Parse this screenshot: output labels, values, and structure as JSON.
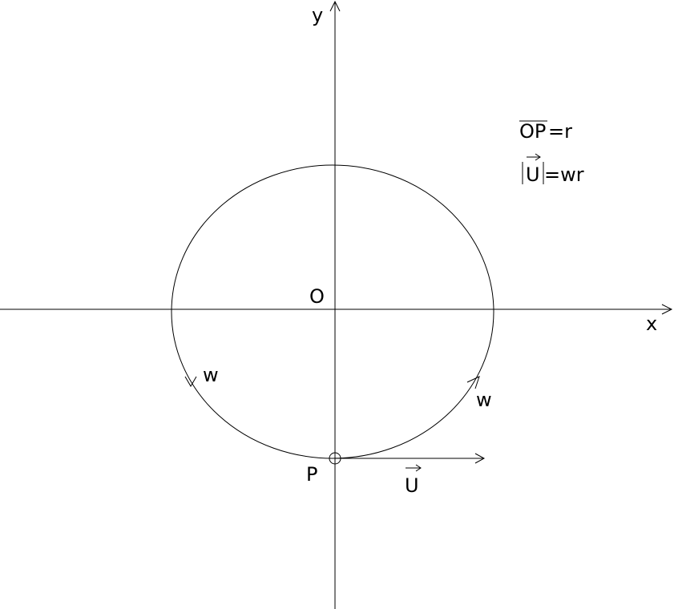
{
  "labels": {
    "y_axis": "y",
    "x_axis": "x",
    "origin": "O",
    "point": "P",
    "omega_left": "w",
    "omega_right": "w",
    "velocity": "U",
    "eq1_left": "OP",
    "eq1_right": "=r",
    "eq2_left": "U",
    "eq2_right": "=wr"
  },
  "colors": {
    "ink": "#000000",
    "background": "#ffffff"
  }
}
